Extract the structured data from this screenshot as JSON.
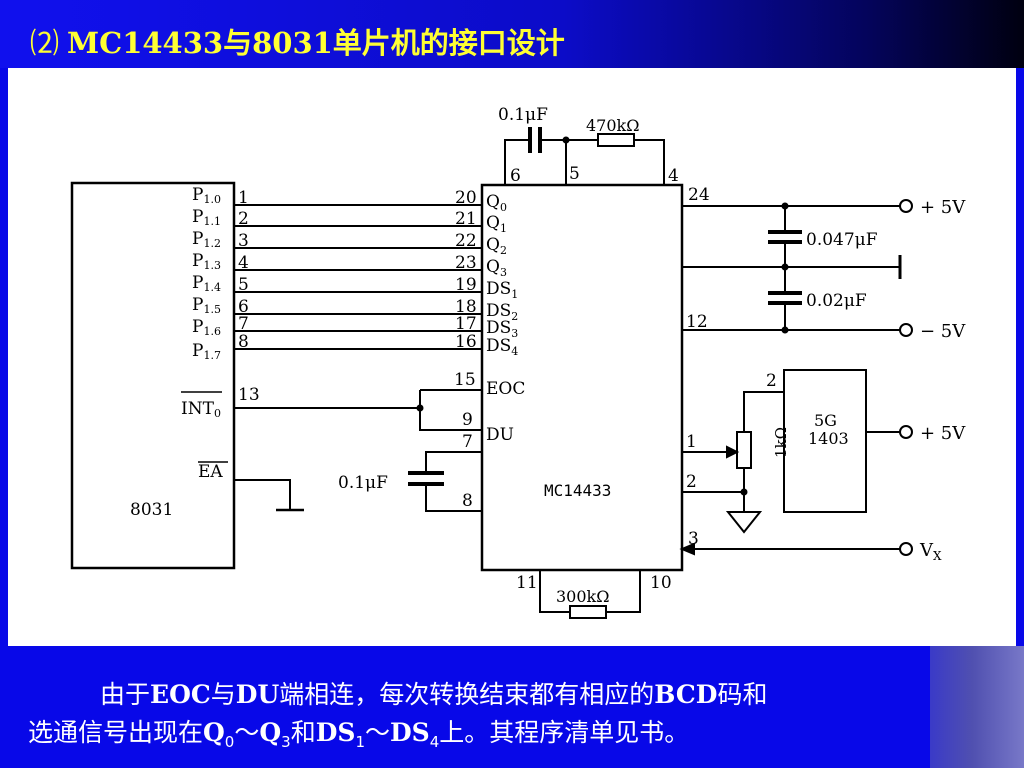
{
  "slide": {
    "title_num": "⑵",
    "title": "MC14433与8031单片机的接口设计"
  },
  "circuit": {
    "mcu_label": "8031",
    "adc_label": "MC14433",
    "ref_label_1": "5G",
    "ref_label_2": "1403",
    "int_label": "INT",
    "int_sub": "0",
    "ea_label": "EA",
    "eoc_label": "EOC",
    "du_label": "DU",
    "vx_label": "V",
    "vx_sub": "X",
    "p_prefix": "P",
    "port_pins": [
      {
        "sub": "1.0",
        "num": "1",
        "adc_num": "20",
        "sig": "Q",
        "sig_sub": "0"
      },
      {
        "sub": "1.1",
        "num": "2",
        "adc_num": "21",
        "sig": "Q",
        "sig_sub": "1"
      },
      {
        "sub": "1.2",
        "num": "3",
        "adc_num": "22",
        "sig": "Q",
        "sig_sub": "2"
      },
      {
        "sub": "1.3",
        "num": "4",
        "adc_num": "23",
        "sig": "Q",
        "sig_sub": "3"
      },
      {
        "sub": "1.4",
        "num": "5",
        "adc_num": "19",
        "sig": "DS",
        "sig_sub": "1"
      },
      {
        "sub": "1.5",
        "num": "6",
        "adc_num": "18",
        "sig": "DS",
        "sig_sub": "2"
      },
      {
        "sub": "1.6",
        "num": "7",
        "adc_num": "17",
        "sig": "DS",
        "sig_sub": "3"
      },
      {
        "sub": "1.7",
        "num": "8",
        "adc_num": "16",
        "sig": "DS",
        "sig_sub": "4"
      }
    ],
    "pin_int": "13",
    "pin_6": "6",
    "pin_5": "5",
    "pin_4": "4",
    "pin_24": "24",
    "pin_12": "12",
    "pin_15": "15",
    "pin_9": "9",
    "pin_7": "7",
    "pin_8": "8",
    "pin_1": "1",
    "pin_2": "2",
    "pin_3": "3",
    "pin_11": "11",
    "pin_10": "10",
    "ref_pin_2": "2",
    "cap_top": "0.1μF",
    "res_top": "470kΩ",
    "cap_047": "0.047μF",
    "cap_02": "0.02μF",
    "cap_left": "0.1μF",
    "res_bottom": "300kΩ",
    "pot_label": "1kΩ",
    "plus5v_1": "+ 5V",
    "minus5v": "− 5V",
    "plus5v_2": "+ 5V"
  },
  "note": {
    "l1_a": "由于",
    "l1_b": "EOC",
    "l1_c": "与",
    "l1_d": "DU",
    "l1_e": "端相连，每次转换结束都有相应的",
    "l1_f": "BCD",
    "l1_g": "码和",
    "l2_a": "选通信号出现在",
    "l2_q": "Q",
    "l2_q0": "0",
    "l2_tilde1": "～",
    "l2_q3": "3",
    "l2_and": "和",
    "l2_ds": "DS",
    "l2_ds1": "1",
    "l2_tilde2": "～",
    "l2_ds4": "4",
    "l2_end": "上。其程序清单见书。"
  }
}
